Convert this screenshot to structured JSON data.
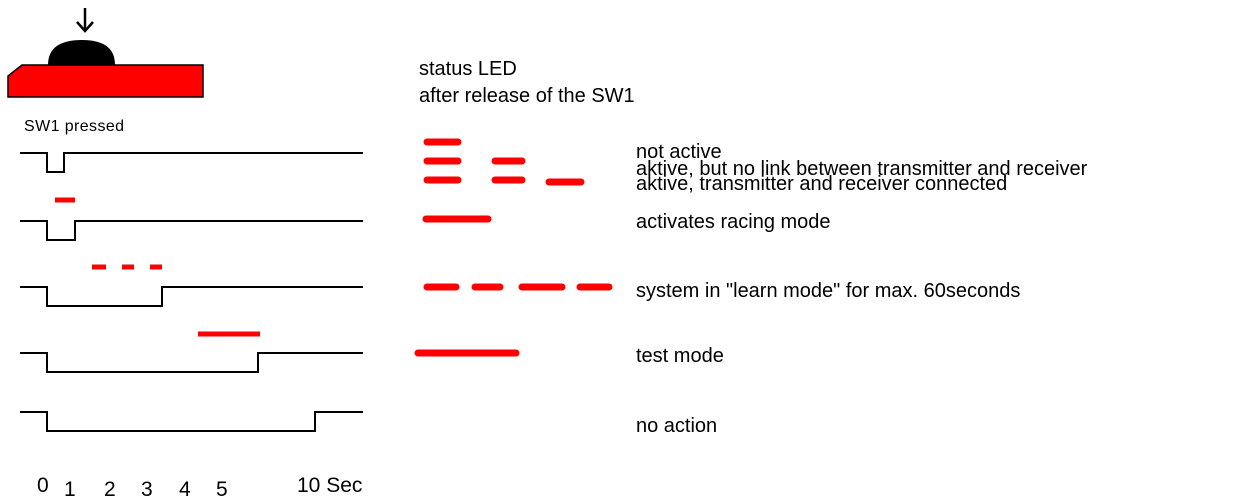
{
  "header": {
    "line1": "status LED",
    "line2": "after release of the SW1"
  },
  "switch_label": "SW1 pressed",
  "descriptions": {
    "not_active": "not active",
    "active_no_link": "aktive, but no link between transmitter and receiver",
    "active_connected": "aktive, transmitter and receiver connected",
    "racing": "activates racing mode",
    "learn": "system in \"learn mode\" for max. 60seconds",
    "test": "test mode",
    "none": "no action"
  },
  "time_axis": {
    "ticks": [
      "0",
      "1",
      "2",
      "3",
      "4",
      "5"
    ],
    "end_label": "10 Sec"
  },
  "colors": {
    "led": "#ff0000",
    "button_cap": "#000000"
  },
  "icons": [
    "down-arrow-icon",
    "push-button-icon"
  ]
}
